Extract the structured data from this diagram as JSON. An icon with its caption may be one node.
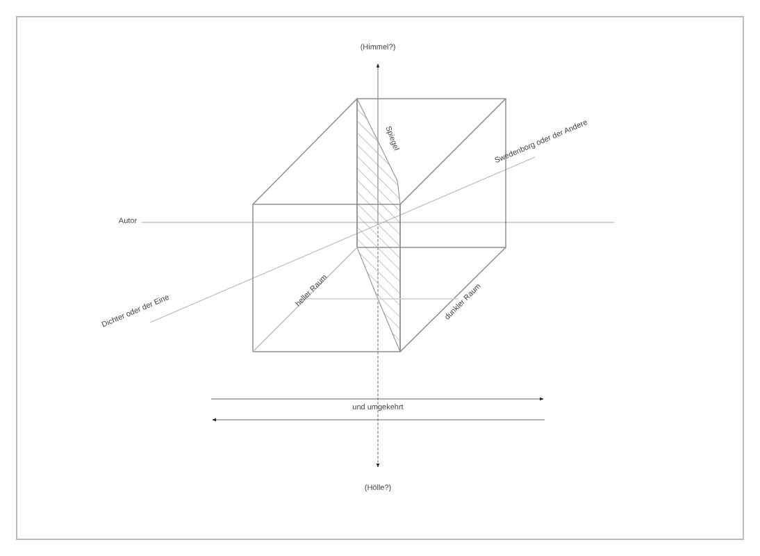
{
  "diagram": {
    "labels": [
      "(Himmel?)",
      "Spiegel",
      "Swedenborg oder der Andere",
      "Autor",
      "Dichter oder der Eine",
      "heller Raum",
      "dunkler Raum",
      "und umgekehrt",
      "(Hölle?)"
    ]
  }
}
